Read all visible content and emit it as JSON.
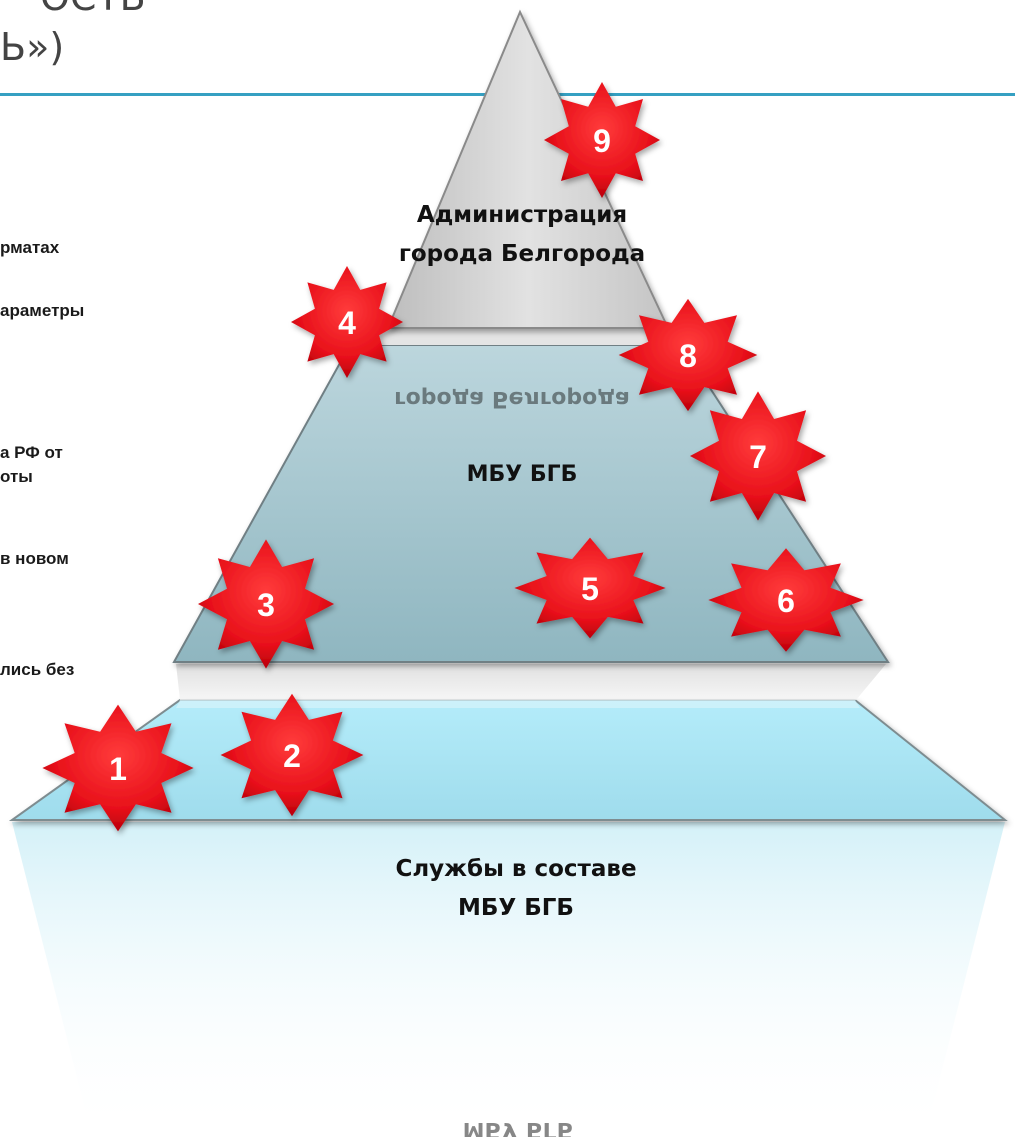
{
  "header": {
    "title_fragment_1": "ОСТЬ",
    "title_fragment_2": "Ь»)"
  },
  "left_list": [
    {
      "text": "рматах"
    },
    {
      "text": "араметры"
    },
    {
      "text": "а РФ от"
    },
    {
      "text": "оты"
    },
    {
      "text": "в новом"
    },
    {
      "text": "лись без"
    }
  ],
  "pyramid": {
    "top_label_line1": "Администрация",
    "top_label_line2": "города Белгорода",
    "middle_label": "МБУ БГБ",
    "bottom_label_line1": "Службы в составе",
    "bottom_label_line2": "МБУ БГБ",
    "reflection_text": "города Белгорода",
    "bottom_reflection_text": "МБУ БГБ"
  },
  "stars": [
    {
      "label": "1"
    },
    {
      "label": "2"
    },
    {
      "label": "3"
    },
    {
      "label": "4"
    },
    {
      "label": "5"
    },
    {
      "label": "6"
    },
    {
      "label": "7"
    },
    {
      "label": "8"
    },
    {
      "label": "9"
    }
  ],
  "colors": {
    "accent_rule": "#35a0c2",
    "star_red": "#e8101a",
    "top_level": "#d6d6d6",
    "middle_level": "#9fc3cc",
    "bottom_level": "#a9e3f2"
  }
}
